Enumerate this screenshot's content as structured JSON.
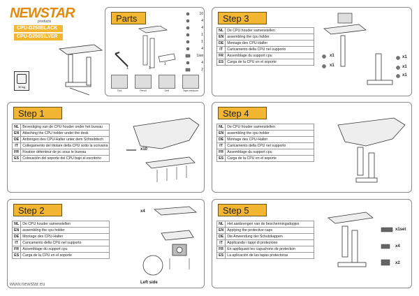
{
  "brand": {
    "logo": "NEWSTAR",
    "sub": "products",
    "website": "www.newstar.eu"
  },
  "models": [
    "CPU-D250BLACK",
    "CPU-D250SILVER"
  ],
  "weight": "30 kg",
  "parts": {
    "title": "Parts",
    "quantities": [
      "10",
      "4",
      "4",
      "1",
      "1",
      "4",
      "1set",
      "4",
      "2"
    ],
    "item_qty": [
      "1",
      "1",
      "1"
    ]
  },
  "tools": [
    {
      "label": "Tool"
    },
    {
      "label": "Pencil"
    },
    {
      "label": "Drill"
    },
    {
      "label": "Tape measure"
    }
  ],
  "steps": [
    {
      "title": "Step 1",
      "rows": [
        {
          "code": "NL",
          "text": "Bevestiging van de CPU houder  onder het bureau"
        },
        {
          "code": "EN",
          "text": "Attaching the CPU holder under the desk"
        },
        {
          "code": "DE",
          "text": "Anbringen des CPU-Halter unter dem Schreibtisch"
        },
        {
          "code": "IT",
          "text": "Collegamento del titolare della CPU sotto la scrivania"
        },
        {
          "code": "FR",
          "text": "Fixation détenteur de pc  sous le bureau"
        },
        {
          "code": "ES",
          "text": "Colocación del soporte del CPU bajo el escritorio"
        }
      ],
      "labels": [
        "x10"
      ]
    },
    {
      "title": "Step 2",
      "rows": [
        {
          "code": "NL",
          "text": "De  CPU houder samenstellen"
        },
        {
          "code": "EN",
          "text": "assembling the cpu holder"
        },
        {
          "code": "DE",
          "text": "Montage des CPU-Halter"
        },
        {
          "code": "IT",
          "text": "Caricamento della CPU nel supporto"
        },
        {
          "code": "FR",
          "text": "Assemblage du support cpu"
        },
        {
          "code": "ES",
          "text": "Carga de la CPU en el soporte"
        }
      ],
      "labels": [
        "x4",
        "Left side"
      ]
    },
    {
      "title": "Step 3",
      "rows": [
        {
          "code": "NL",
          "text": "De  CPU houder samenstellen"
        },
        {
          "code": "EN",
          "text": "assembling the cpu holder"
        },
        {
          "code": "DE",
          "text": "Montage des CPU-Halter"
        },
        {
          "code": "IT",
          "text": "Caricamento della CPU nel supporto"
        },
        {
          "code": "FR",
          "text": "Assemblage du support cpu"
        },
        {
          "code": "ES",
          "text": "Carga de la CPU en el soporte"
        }
      ],
      "labels": [
        "x1",
        "x1",
        "x1",
        "x1",
        "x1"
      ]
    },
    {
      "title": "Step 4",
      "rows": [
        {
          "code": "NL",
          "text": "De  CPU houder samenstellen"
        },
        {
          "code": "EN",
          "text": "assembling the cpu holder"
        },
        {
          "code": "DE",
          "text": "Montage des CPU-Halter"
        },
        {
          "code": "IT",
          "text": "Caricamento della CPU nel supporto"
        },
        {
          "code": "FR",
          "text": "Assemblage du support cpu"
        },
        {
          "code": "ES",
          "text": "Carga de la CPU en el soporte"
        }
      ],
      "labels": []
    },
    {
      "title": "Step 5",
      "rows": [
        {
          "code": "NL",
          "text": "Het aanbrengen van de beschermingsdopjes"
        },
        {
          "code": "EN",
          "text": "Applying the protective caps"
        },
        {
          "code": "DE",
          "text": "Die Anwendung der Schutzkappen"
        },
        {
          "code": "IT",
          "text": "Applicando i tappi di protezione"
        },
        {
          "code": "FR",
          "text": "En appliquant les capuchons de protection"
        },
        {
          "code": "ES",
          "text": "La aplicación de las tapas protectoras"
        }
      ],
      "labels": [
        "x1set",
        "x4",
        "x2"
      ]
    }
  ]
}
